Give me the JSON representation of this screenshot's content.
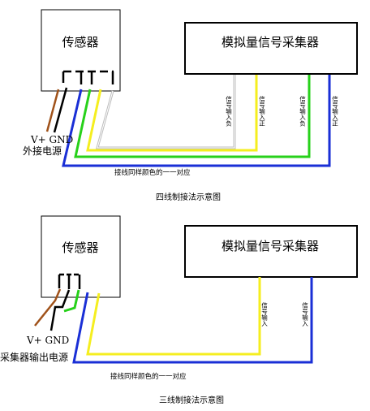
{
  "diagram1": {
    "sensor_label": "传感器",
    "collector_label": "模拟量信号采集器",
    "signal_labels": [
      "信号输入负",
      "信号输入正",
      "信号输入负",
      "信号输入正"
    ],
    "power_pin_labels": "V+ GND",
    "power_label": "外接电源",
    "note": "接线同样颜色的一一对应",
    "caption": "四线制接法示意图"
  },
  "diagram2": {
    "sensor_label": "传感器",
    "collector_label": "模拟量信号采集器",
    "signal_labels": [
      "信号输入",
      "信号输入"
    ],
    "power_pin_labels": "V+  GND",
    "power_label": "采集器输出电源",
    "note": "接线同样颜色的一一对应",
    "caption": "三线制接法示意图"
  },
  "colors": {
    "brown": "#a0521a",
    "black": "#000000",
    "blue": "#1a2fd6",
    "green": "#27d11a",
    "yellow": "#f5ee1f",
    "white_wire": "#bdbdbd"
  }
}
